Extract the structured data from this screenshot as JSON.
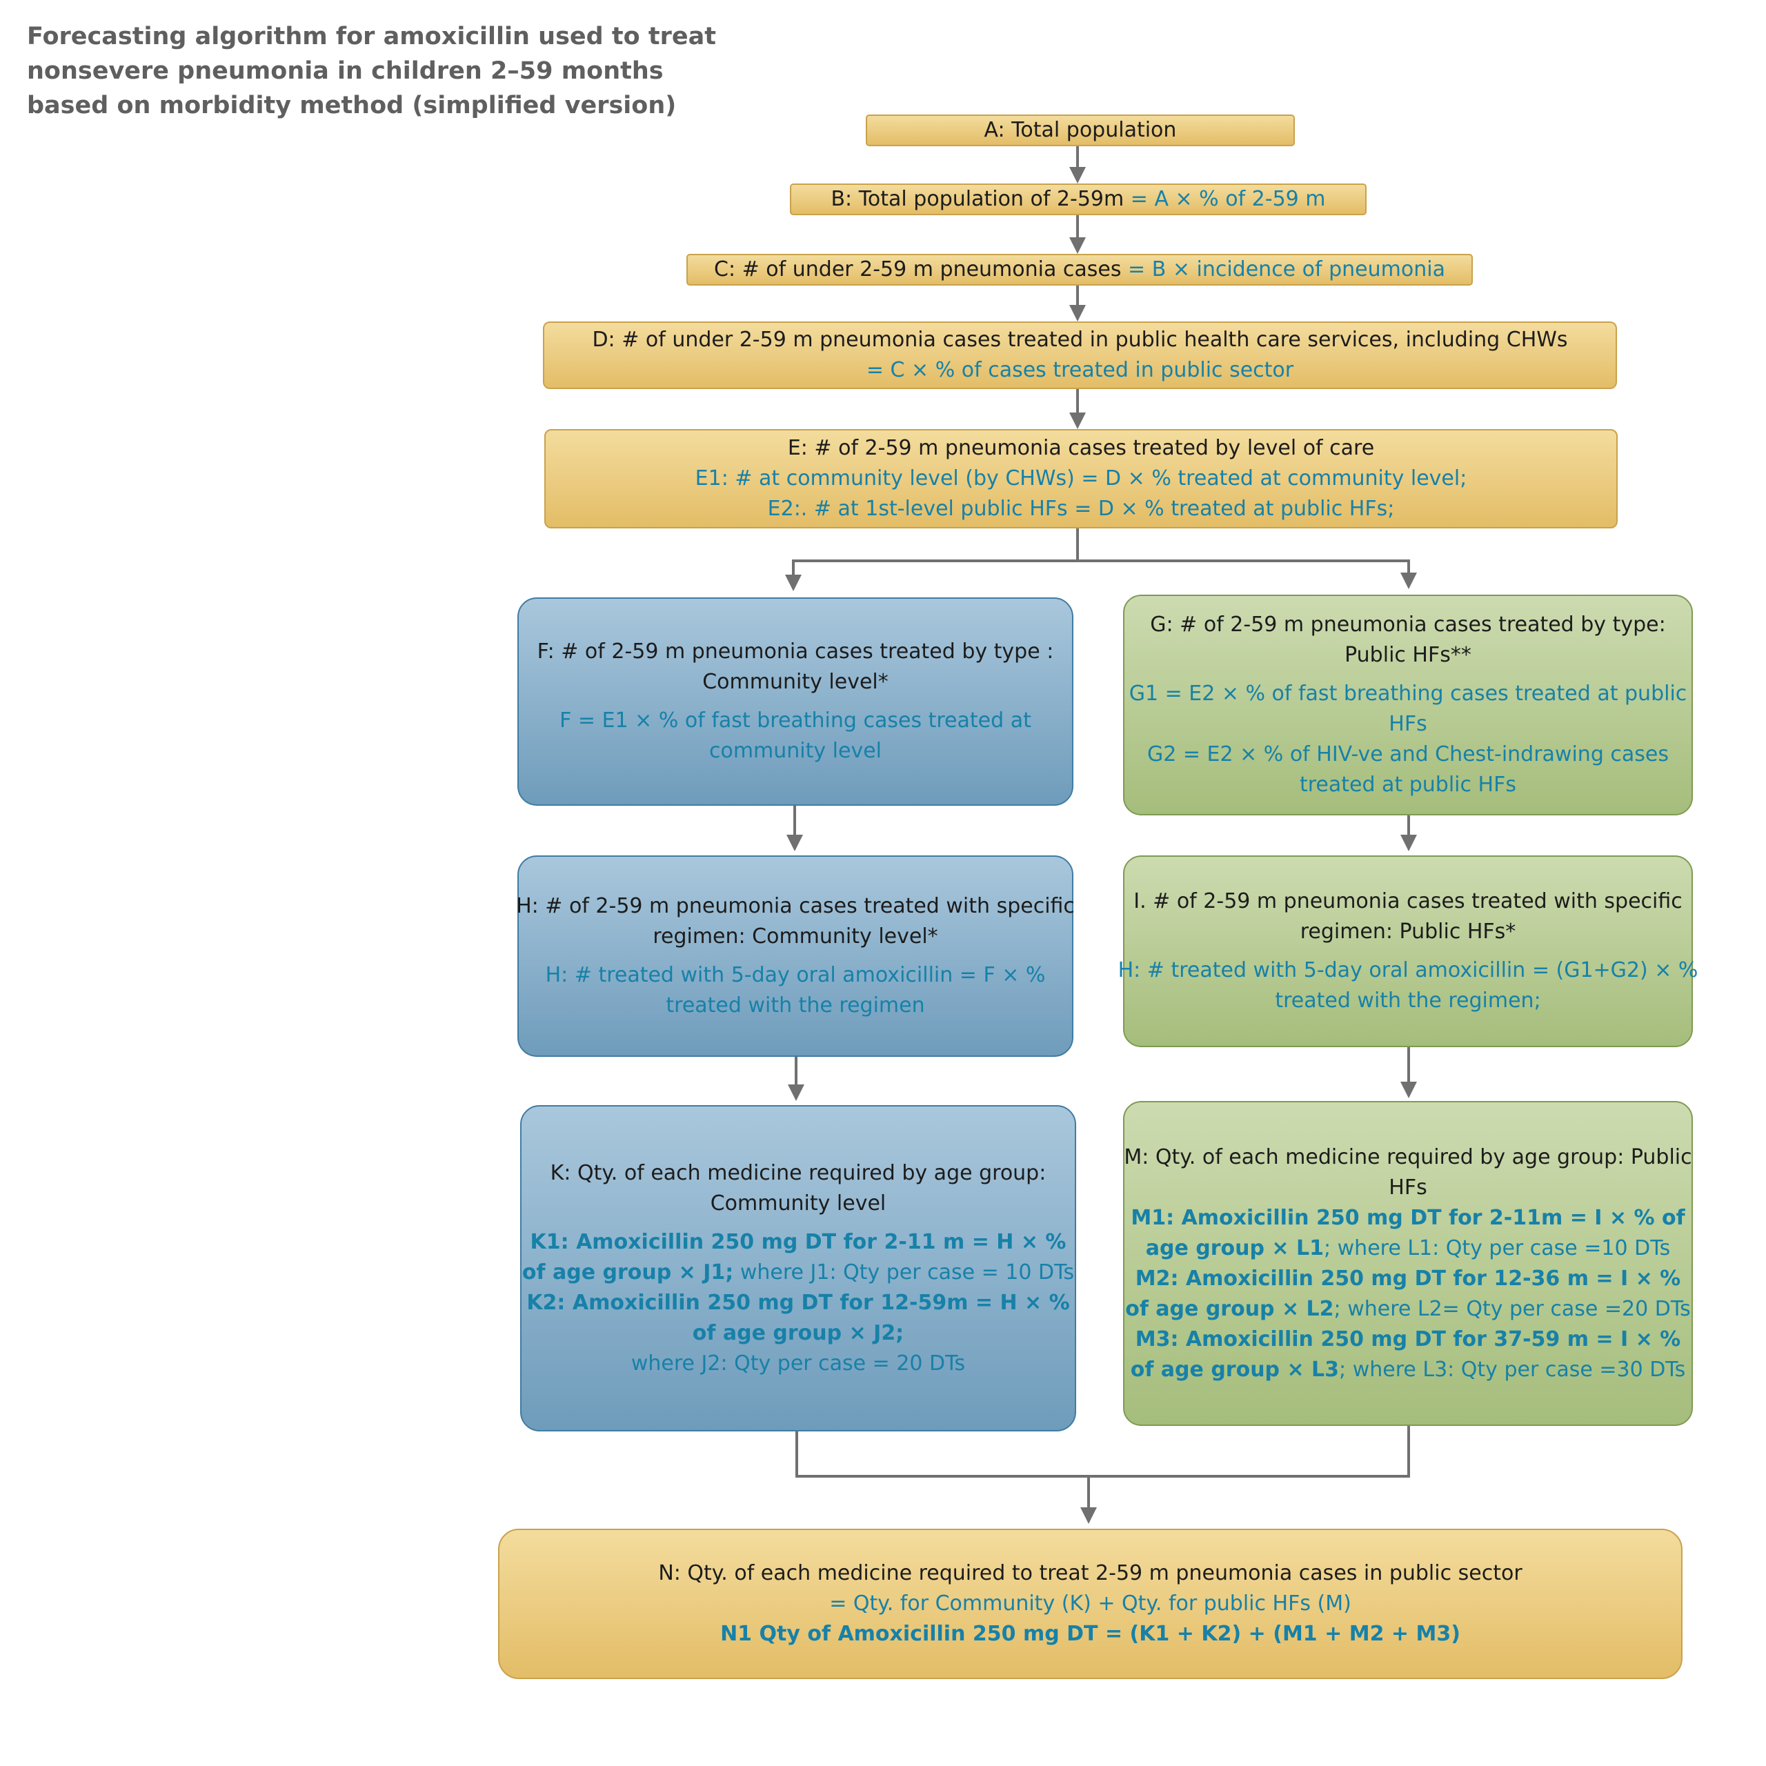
{
  "title": {
    "line1": "Forecasting algorithm for amoxicillin used to treat",
    "line2": "nonsevere pneumonia in children 2–59 months",
    "line3": "based on morbidity method (simplified version)"
  },
  "nodes": {
    "A": {
      "label": "A: Total population"
    },
    "B": {
      "label": "B: Total population of 2-59m",
      "formula": " = A × % of 2-59 m"
    },
    "C": {
      "label": "C: # of under 2-59 m pneumonia cases",
      "formula": " = B × incidence of pneumonia"
    },
    "D": {
      "label": "D: # of under 2-59 m pneumonia cases treated in public health care services, including CHWs",
      "formula": "= C × % of cases treated in public sector"
    },
    "E": {
      "label": "E: # of 2-59 m pneumonia cases treated by level of care",
      "e1": "E1: # at community level (by CHWs) = D × % treated at community level;",
      "e2": "E2:. # at 1st-level public HFs = D × % treated at public HFs;"
    },
    "F": {
      "label1": "F: # of 2-59 m pneumonia cases treated by type :",
      "label2": "Community level*",
      "formula1": "F = E1 × % of fast breathing cases treated at",
      "formula2": "community level"
    },
    "G": {
      "label1": "G: # of 2-59 m pneumonia cases treated by type:",
      "label2": "Public HFs**",
      "g1a": "G1 = E2 × % of fast breathing cases treated at public",
      "g1b": "HFs",
      "g2a": "G2 = E2 × % of  HIV-ve and Chest-indrawing cases",
      "g2b": "treated at public HFs"
    },
    "H": {
      "label1": "H: # of 2-59 m pneumonia cases treated with specific",
      "label2": "regimen: Community level*",
      "formula1": "H: # treated with 5-day oral amoxicillin = F × %",
      "formula2": "treated with the regimen"
    },
    "I": {
      "label1": "I. # of 2-59 m pneumonia cases treated with specific",
      "label2": "regimen: Public HFs*",
      "formula1": "H: # treated with 5-day oral amoxicillin = (G1+G2) × %",
      "formula2": "treated with the regimen;"
    },
    "K": {
      "label1": "K: Qty. of each medicine required by age group:",
      "label2": "Community level",
      "k1_bold1": "K1: Amoxicillin 250 mg DT for 2-11 m = H × %",
      "k1_bold2": "of age group × J1;",
      "k1_rest": " where J1: Qty per case = 10 DTs",
      "k2_bold1": "K2: Amoxicillin 250 mg DT for 12-59m = H × %",
      "k2_bold2": "of age group × J2;",
      "k2_rest": "where J2: Qty per case = 20 DTs"
    },
    "M": {
      "label1": "M: Qty. of each medicine required by age group: Public",
      "label2": "HFs",
      "m1_bold1": "M1: Amoxicillin 250 mg DT for 2-11m = I × % of",
      "m1_bold2": "age group × L1",
      "m1_rest": "; where L1: Qty per case =10 DTs",
      "m2_bold1": "M2: Amoxicillin 250 mg DT for 12-36 m = I × %",
      "m2_bold2": "of age group × L2",
      "m2_rest": "; where L2= Qty per case =20 DTs",
      "m3_bold1": "M3: Amoxicillin 250 mg DT for 37-59 m = I × %",
      "m3_bold2": "of age group × L3",
      "m3_rest": "; where L3: Qty per case =30 DTs"
    },
    "N": {
      "label": "N: Qty. of each medicine required to treat 2-59 m pneumonia cases in public sector",
      "formula": "= Qty. for Community (K) + Qty. for public HFs (M)",
      "bold": "N1 Qty of Amoxicillin 250 mg DT = (K1 + K2) + (M1 + M2 + M3)"
    }
  },
  "colors": {
    "gold": "#e9c877",
    "blue": "#86abc6",
    "green": "#b3c78e",
    "formula_text": "#1781a8",
    "connector": "#707070"
  }
}
